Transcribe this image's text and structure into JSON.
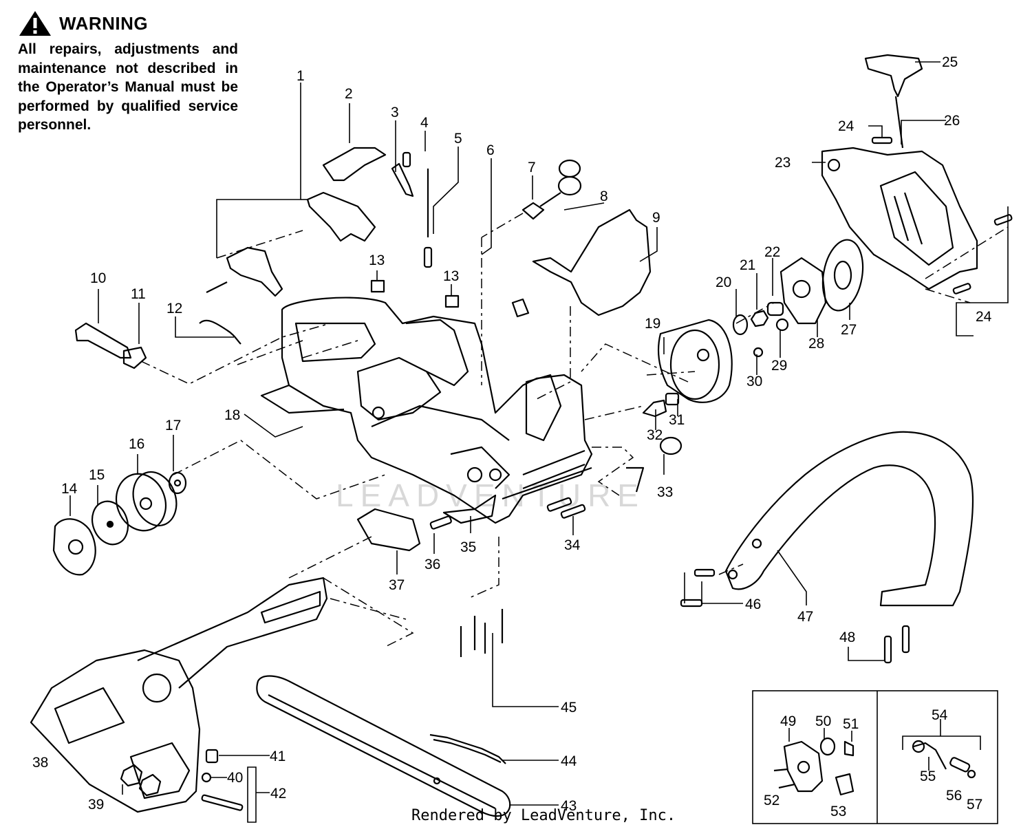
{
  "warning": {
    "heading": "WARNING",
    "icon": "warning-triangle-icon",
    "text": "All repairs, adjustments and maintenance not described in the Operator’s Manual must be performed by qualified service personnel."
  },
  "labels": [
    {
      "id": "1",
      "text": "1"
    },
    {
      "id": "2",
      "text": "2"
    },
    {
      "id": "3",
      "text": "3"
    },
    {
      "id": "4",
      "text": "4"
    },
    {
      "id": "5",
      "text": "5"
    },
    {
      "id": "6",
      "text": "6"
    },
    {
      "id": "7",
      "text": "7"
    },
    {
      "id": "8",
      "text": "8"
    },
    {
      "id": "9",
      "text": "9"
    },
    {
      "id": "10",
      "text": "10"
    },
    {
      "id": "11",
      "text": "11"
    },
    {
      "id": "12",
      "text": "12"
    },
    {
      "id": "13a",
      "text": "13"
    },
    {
      "id": "13b",
      "text": "13"
    },
    {
      "id": "14",
      "text": "14"
    },
    {
      "id": "15",
      "text": "15"
    },
    {
      "id": "16",
      "text": "16"
    },
    {
      "id": "17",
      "text": "17"
    },
    {
      "id": "18",
      "text": "18"
    },
    {
      "id": "19",
      "text": "19"
    },
    {
      "id": "20",
      "text": "20"
    },
    {
      "id": "21",
      "text": "21"
    },
    {
      "id": "22",
      "text": "22"
    },
    {
      "id": "23",
      "text": "23"
    },
    {
      "id": "24a",
      "text": "24"
    },
    {
      "id": "24b",
      "text": "24"
    },
    {
      "id": "25",
      "text": "25"
    },
    {
      "id": "26",
      "text": "26"
    },
    {
      "id": "27",
      "text": "27"
    },
    {
      "id": "28",
      "text": "28"
    },
    {
      "id": "29",
      "text": "29"
    },
    {
      "id": "30",
      "text": "30"
    },
    {
      "id": "31",
      "text": "31"
    },
    {
      "id": "32",
      "text": "32"
    },
    {
      "id": "33",
      "text": "33"
    },
    {
      "id": "34",
      "text": "34"
    },
    {
      "id": "35",
      "text": "35"
    },
    {
      "id": "36",
      "text": "36"
    },
    {
      "id": "37",
      "text": "37"
    },
    {
      "id": "38",
      "text": "38"
    },
    {
      "id": "39",
      "text": "39"
    },
    {
      "id": "40",
      "text": "40"
    },
    {
      "id": "41",
      "text": "41"
    },
    {
      "id": "42",
      "text": "42"
    },
    {
      "id": "43",
      "text": "43"
    },
    {
      "id": "44",
      "text": "44"
    },
    {
      "id": "45",
      "text": "45"
    },
    {
      "id": "46",
      "text": "46"
    },
    {
      "id": "47",
      "text": "47"
    },
    {
      "id": "48",
      "text": "48"
    },
    {
      "id": "49",
      "text": "49"
    },
    {
      "id": "50",
      "text": "50"
    },
    {
      "id": "51",
      "text": "51"
    },
    {
      "id": "52",
      "text": "52"
    },
    {
      "id": "53",
      "text": "53"
    },
    {
      "id": "54",
      "text": "54"
    },
    {
      "id": "55",
      "text": "55"
    },
    {
      "id": "56",
      "text": "56"
    },
    {
      "id": "57",
      "text": "57"
    }
  ],
  "watermark": "LEADVENTURE",
  "footer": "Rendered by LeadVenture, Inc."
}
